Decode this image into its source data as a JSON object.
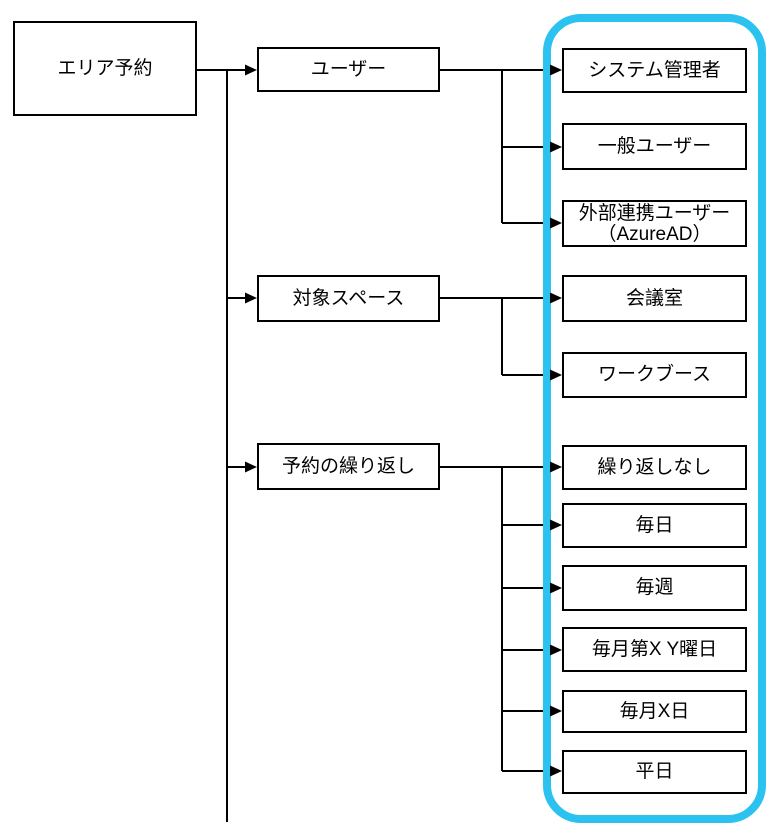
{
  "diagram": {
    "tree": {
      "label": "エリア予約",
      "children": [
        {
          "label": "ユーザー",
          "children": [
            {
              "label": "システム管理者"
            },
            {
              "label": "一般ユーザー"
            },
            {
              "label": "外部連携ユーザー\n（AzureAD）"
            }
          ]
        },
        {
          "label": "対象スペース",
          "children": [
            {
              "label": "会議室"
            },
            {
              "label": "ワークブース"
            }
          ]
        },
        {
          "label": "予約の繰り返し",
          "children": [
            {
              "label": "繰り返しなし"
            },
            {
              "label": "毎日"
            },
            {
              "label": "毎週"
            },
            {
              "label": "毎月第X Y曜日"
            },
            {
              "label": "毎月X日"
            },
            {
              "label": "平日"
            }
          ]
        }
      ]
    },
    "colors": {
      "highlight": "#2BC2EF",
      "line": "#000000",
      "box_border": "#000000",
      "box_fill": "#FFFFFF",
      "text": "#000000"
    }
  }
}
